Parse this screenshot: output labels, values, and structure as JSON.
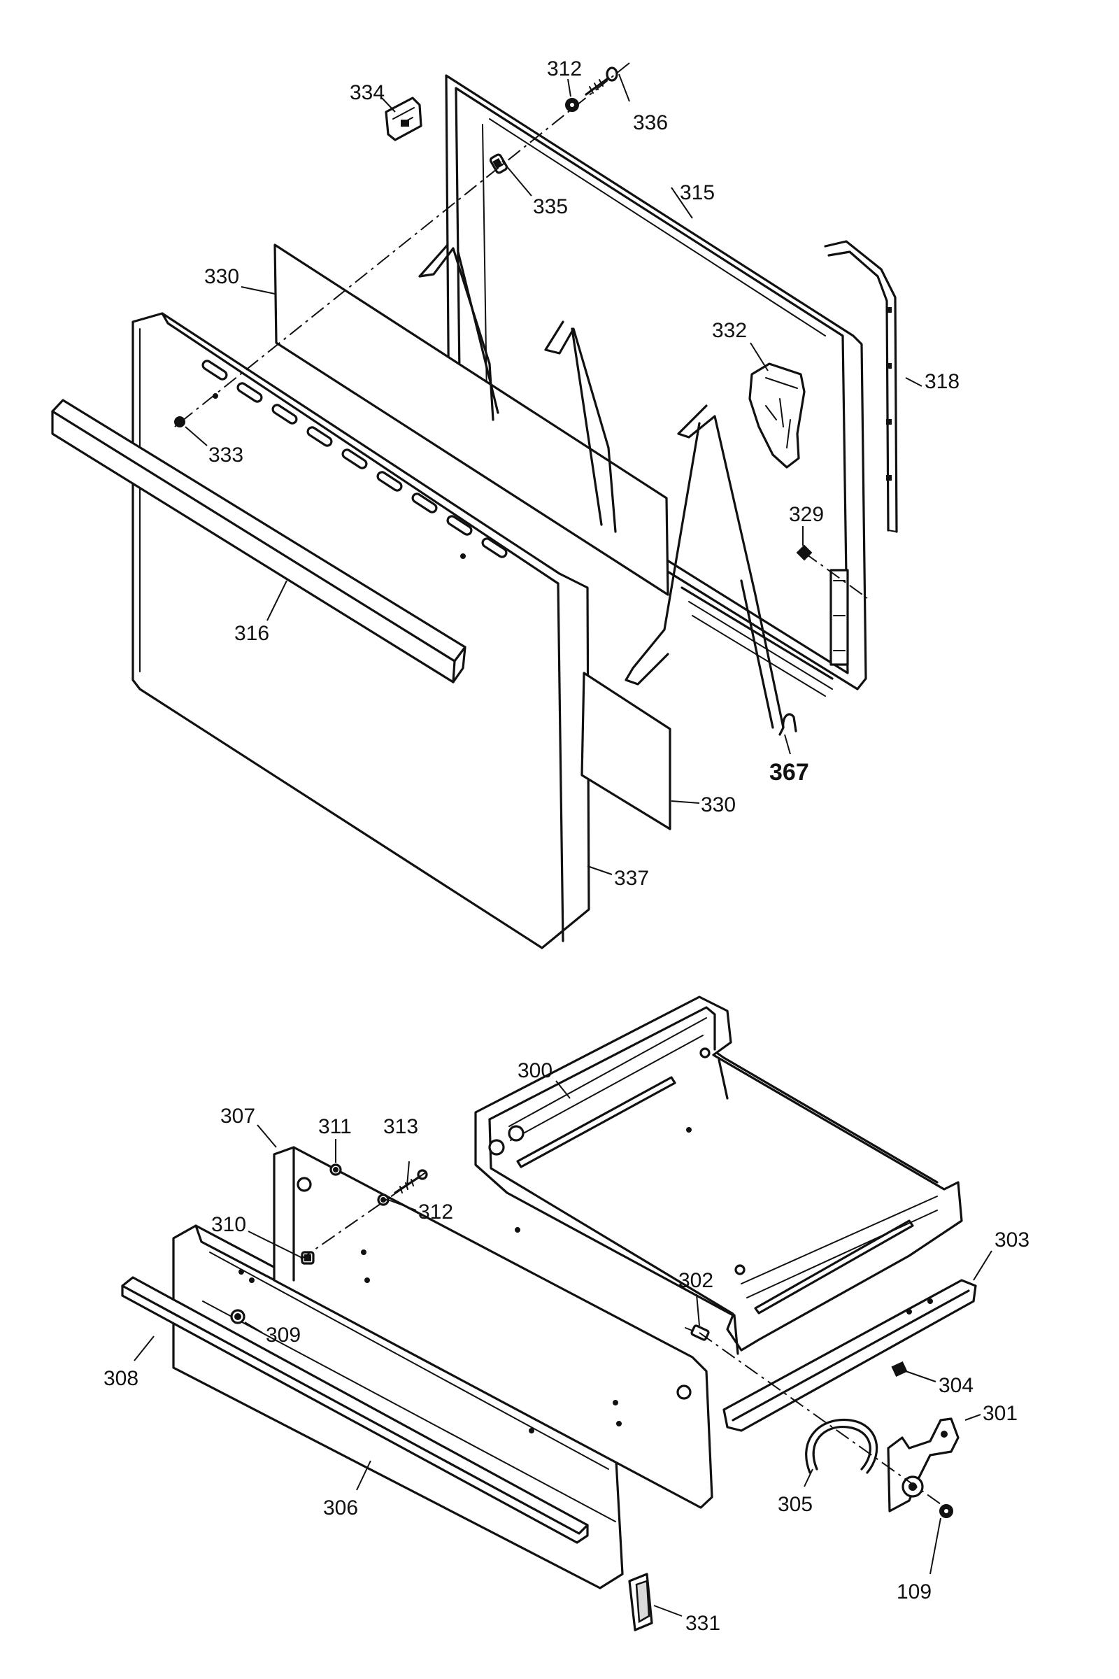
{
  "labels": {
    "l312a": "312",
    "l336": "336",
    "l334": "334",
    "l335": "335",
    "l315": "315",
    "l330a": "330",
    "l318": "318",
    "l332": "332",
    "l333": "333",
    "l329": "329",
    "l316": "316",
    "l367": "367",
    "l330b": "330",
    "l337": "337",
    "l300": "300",
    "l307": "307",
    "l311": "311",
    "l313": "313",
    "l312b": "312",
    "l310": "310",
    "l303": "303",
    "l309": "309",
    "l302": "302",
    "l308": "308",
    "l304": "304",
    "l301": "301",
    "l305": "305",
    "l306": "306",
    "l109": "109",
    "l331": "331"
  }
}
